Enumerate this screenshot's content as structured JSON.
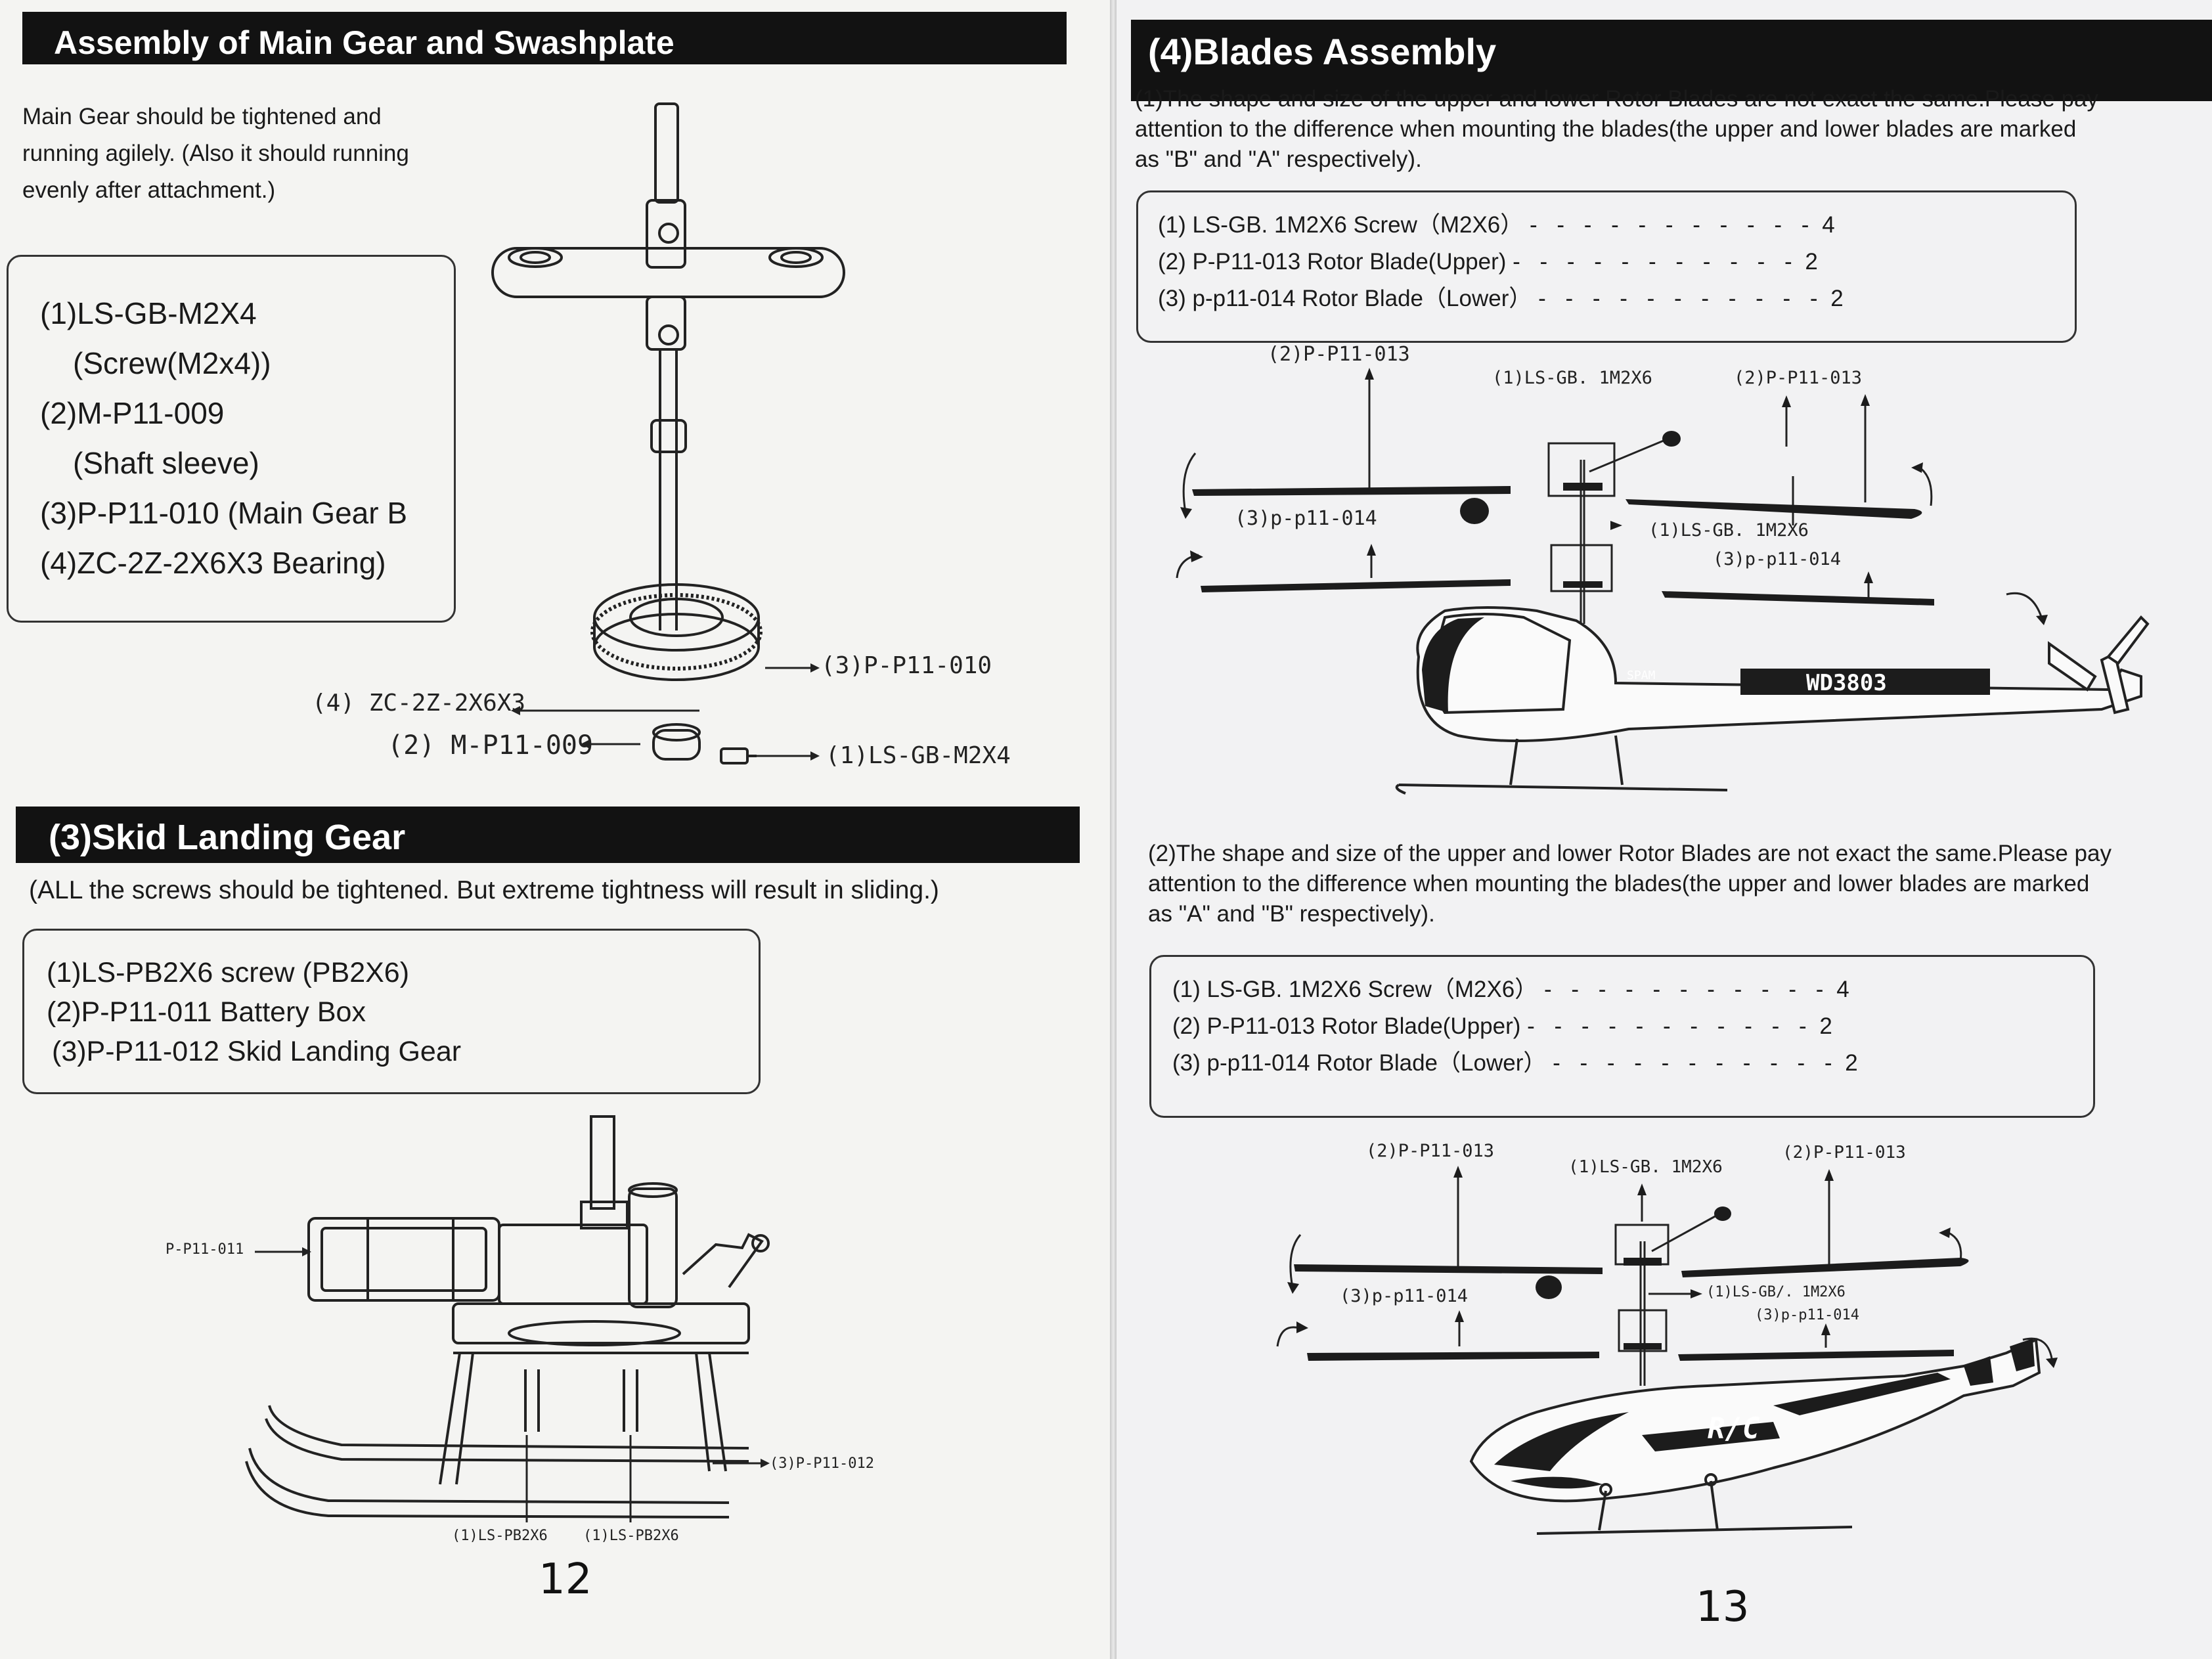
{
  "left_page": {
    "section1": {
      "title": "Assembly of Main Gear and Swashplate",
      "intro": [
        "Main Gear should be tightened and",
        "running agilely. (Also it should running",
        "evenly after attachment.)"
      ],
      "parts": [
        "(1)LS-GB-M2X4",
        "(Screw(M2x4))",
        "(2)M-P11-009",
        "(Shaft sleeve)",
        "(3)P-P11-010 (Main Gear B",
        "(4)ZC-2Z-2X6X3 Bearing)"
      ],
      "labels": {
        "main_gear": "(3)P-P11-010",
        "bearing": "(4) ZC-2Z-2X6X3",
        "sleeve": "(2) M-P11-009",
        "screw": "(1)LS-GB-M2X4"
      }
    },
    "section3": {
      "title": "(3)Skid Landing Gear",
      "note": "(ALL the screws should be tightened. But extreme tightness will result in sliding.)",
      "parts": [
        "(1)LS-PB2X6 screw (PB2X6)",
        "(2)P-P11-011 Battery Box",
        "(3)P-P11-012 Skid Landing Gear"
      ],
      "labels": {
        "battery_box": "P-P11-011",
        "skid": "(3)P-P11-012",
        "screw_a": "(1)LS-PB2X6",
        "screw_b": "(1)LS-PB2X6"
      }
    },
    "page_number": "12"
  },
  "right_page": {
    "section4": {
      "title": "(4)Blades Assembly",
      "para1": [
        "(1)The shape and size of the upper and lower Rotor Blades are not exact  the same.Please pay",
        "attention to the difference when mounting the blades(the upper and lower blades are marked",
        "as \"B\" and \"A\" respectively)."
      ],
      "parts1": [
        {
          "name": "(1) LS-GB. 1M2X6 Screw（M2X6）",
          "dashes": "- - - - - - - - - - -",
          "qty": "4"
        },
        {
          "name": "(2) P-P11-013 Rotor Blade(Upper)",
          "dashes": "- - - - - - - - - - -",
          "qty": "2"
        },
        {
          "name": "(3) p-p11-014 Rotor Blade（Lower）",
          "dashes": "- - - - - - - - - - -",
          "qty": "2"
        }
      ],
      "diagram1_labels": {
        "upper_left": "(2)P-P11-013",
        "screw_top": "(1)LS-GB. 1M2X6",
        "upper_right": "(2)P-P11-013",
        "lower_left": "(3)p-p11-014",
        "screw_side": "(1)LS-GB. 1M2X6",
        "lower_right": "(3)p-p11-014",
        "fuselage_mark": "WD3803",
        "decal": "SPAM"
      },
      "para2": [
        "(2)The shape and size of the upper and lower Rotor Blades are not exact  the same.Please pay",
        "attention to the difference when mounting the blades(the upper and lower blades are marked",
        "as \"A\" and \"B\" respectively)."
      ],
      "parts2": [
        {
          "name": "(1) LS-GB. 1M2X6 Screw（M2X6）",
          "dashes": "- - - - - - - - - - -",
          "qty": "4"
        },
        {
          "name": "(2) P-P11-013 Rotor Blade(Upper)",
          "dashes": "- - - - - - - - - - -",
          "qty": "2"
        },
        {
          "name": "(3) p-p11-014 Rotor Blade（Lower）",
          "dashes": "- - - - - - - - - - -",
          "qty": "2"
        }
      ],
      "diagram2_labels": {
        "upper_left": "(2)P-P11-013",
        "screw_top": "(1)LS-GB. 1M2X6",
        "upper_right": "(2)P-P11-013",
        "lower_left": "(3)p-p11-014",
        "screw_side": "(1)LS-GB/. 1M2X6",
        "lower_right": "(3)p-p11-014",
        "fuselage_mark": "R/C"
      }
    },
    "page_number": "13"
  }
}
